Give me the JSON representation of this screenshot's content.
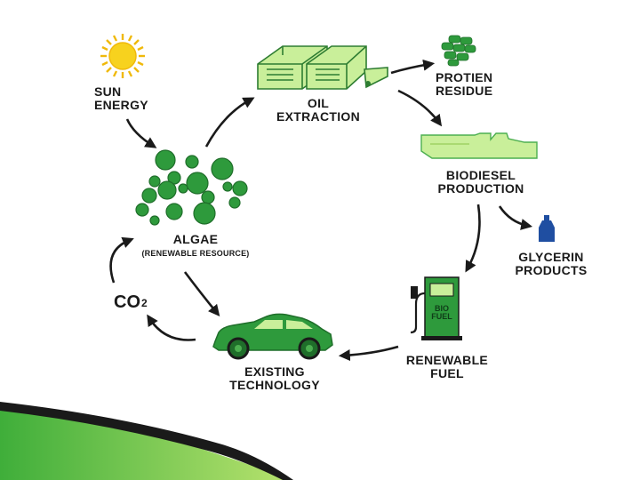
{
  "diagram": {
    "sun": {
      "line1": "SUN",
      "line2": "ENERGY"
    },
    "oil_extraction": {
      "line1": "OIL",
      "line2": "EXTRACTION"
    },
    "protein_residue": {
      "line1": "PROTIEN",
      "line2": "RESIDUE"
    },
    "biodiesel": {
      "line1": "BIODIESEL",
      "line2": "PRODUCTION"
    },
    "glycerin": {
      "line1": "GLYCERIN",
      "line2": "PRODUCTS"
    },
    "renewable_fuel": {
      "line1": "RENEWABLE",
      "line2": "FUEL"
    },
    "bio_fuel_sign": {
      "line1": "BIO",
      "line2": "FUEL"
    },
    "existing_technology": {
      "line1": "EXISTING",
      "line2": "TECHNOLOGY"
    },
    "co2": {
      "base": "CO",
      "subscript": "2"
    },
    "algae": {
      "title": "ALGAE",
      "subtitle": "(RENEWABLE RESOURCE)"
    }
  },
  "colors": {
    "green": "#2e9a3c",
    "light_green": "#c9ef9a",
    "dark_green": "#1f6e2a",
    "arrow": "#1a1a1a",
    "sun": "#f7d21e",
    "glycerin_bottle": "#1f4ea1"
  }
}
